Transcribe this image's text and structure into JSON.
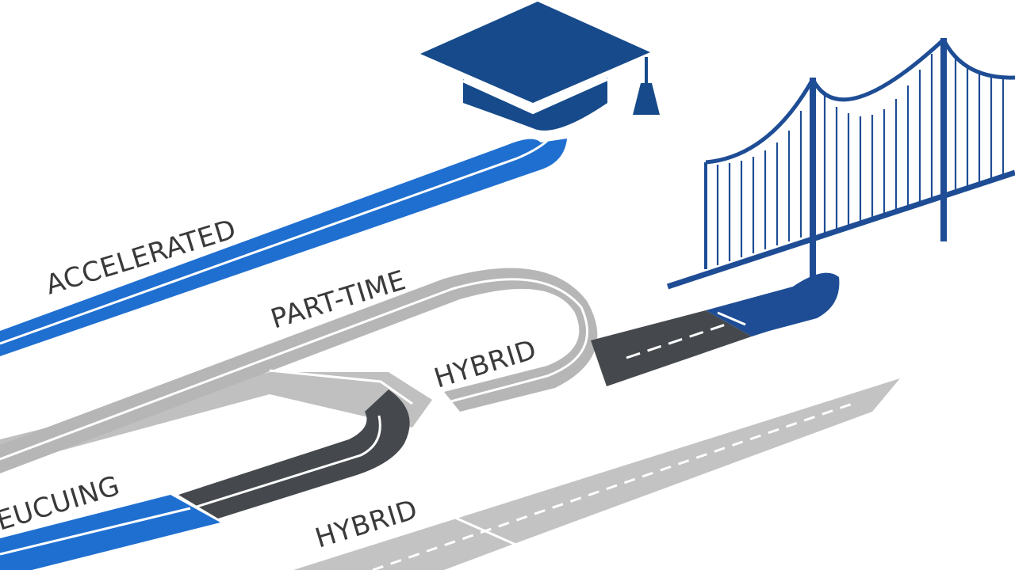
{
  "labels": {
    "accelerated": "ACCELERATED",
    "part_time": "PART-TIME",
    "hybrid_upper": "HYBRID",
    "continuing": "EUCUING",
    "hybrid_lower": "HYBRID"
  },
  "icons": {
    "graduation": "graduation-cap-icon",
    "bridge": "suspension-bridge-icon"
  },
  "colors": {
    "accelerated_road": "#1f6fd1",
    "part_time_road": "#b6b6b6",
    "hybrid_road": "#45494d",
    "lower_road": "#c3c3c3",
    "cap": "#164a8a",
    "bridge": "#1e4d95",
    "text": "#3a3a3a"
  }
}
